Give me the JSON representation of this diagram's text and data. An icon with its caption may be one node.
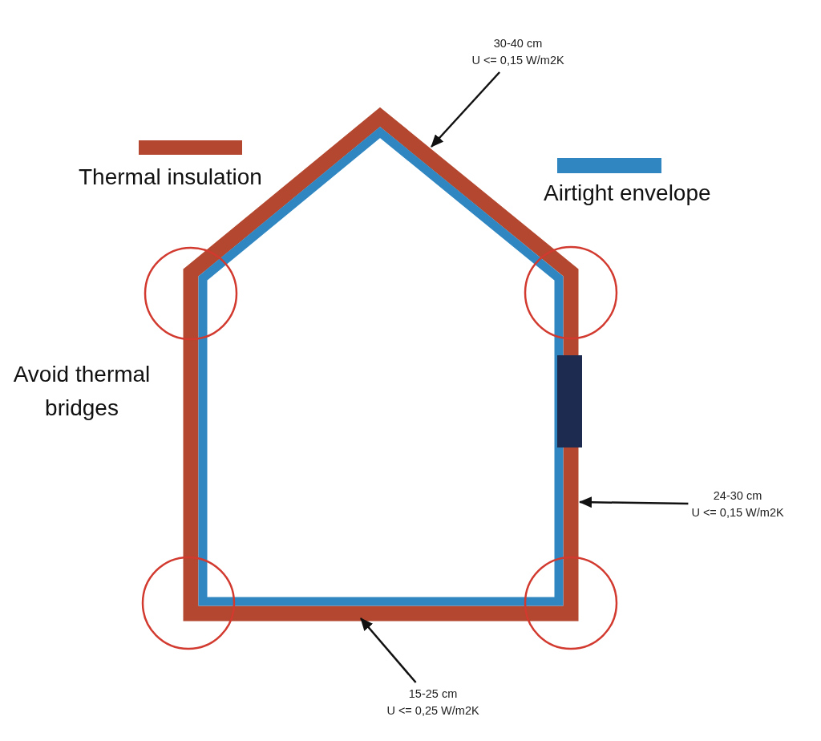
{
  "diagram": {
    "nodes": [
      {
        "text": [
          "30-40 cm",
          "U <= 0,15 W/m2K"
        ]
      },
      {
        "text": [
          "24-30 cm",
          "U <= 0,15 W/m2K"
        ]
      },
      {
        "text": [
          "15-25 cm",
          "U <= 0,25 W/m2K"
        ]
      }
    ],
    "edges": [
      {
        "from": 0,
        "to": null,
        "arrow": "to"
      },
      {
        "from": 1,
        "to": null,
        "arrow": "to"
      },
      {
        "from": 2,
        "to": null,
        "arrow": "to"
      }
    ],
    "labels": [
      "Avoid thermal bridges"
    ],
    "legend": [
      {
        "text": "Thermal insulation",
        "color": "#b4472f"
      },
      {
        "text": "Airtight envelope",
        "color": "#2f86c1"
      }
    ]
  }
}
